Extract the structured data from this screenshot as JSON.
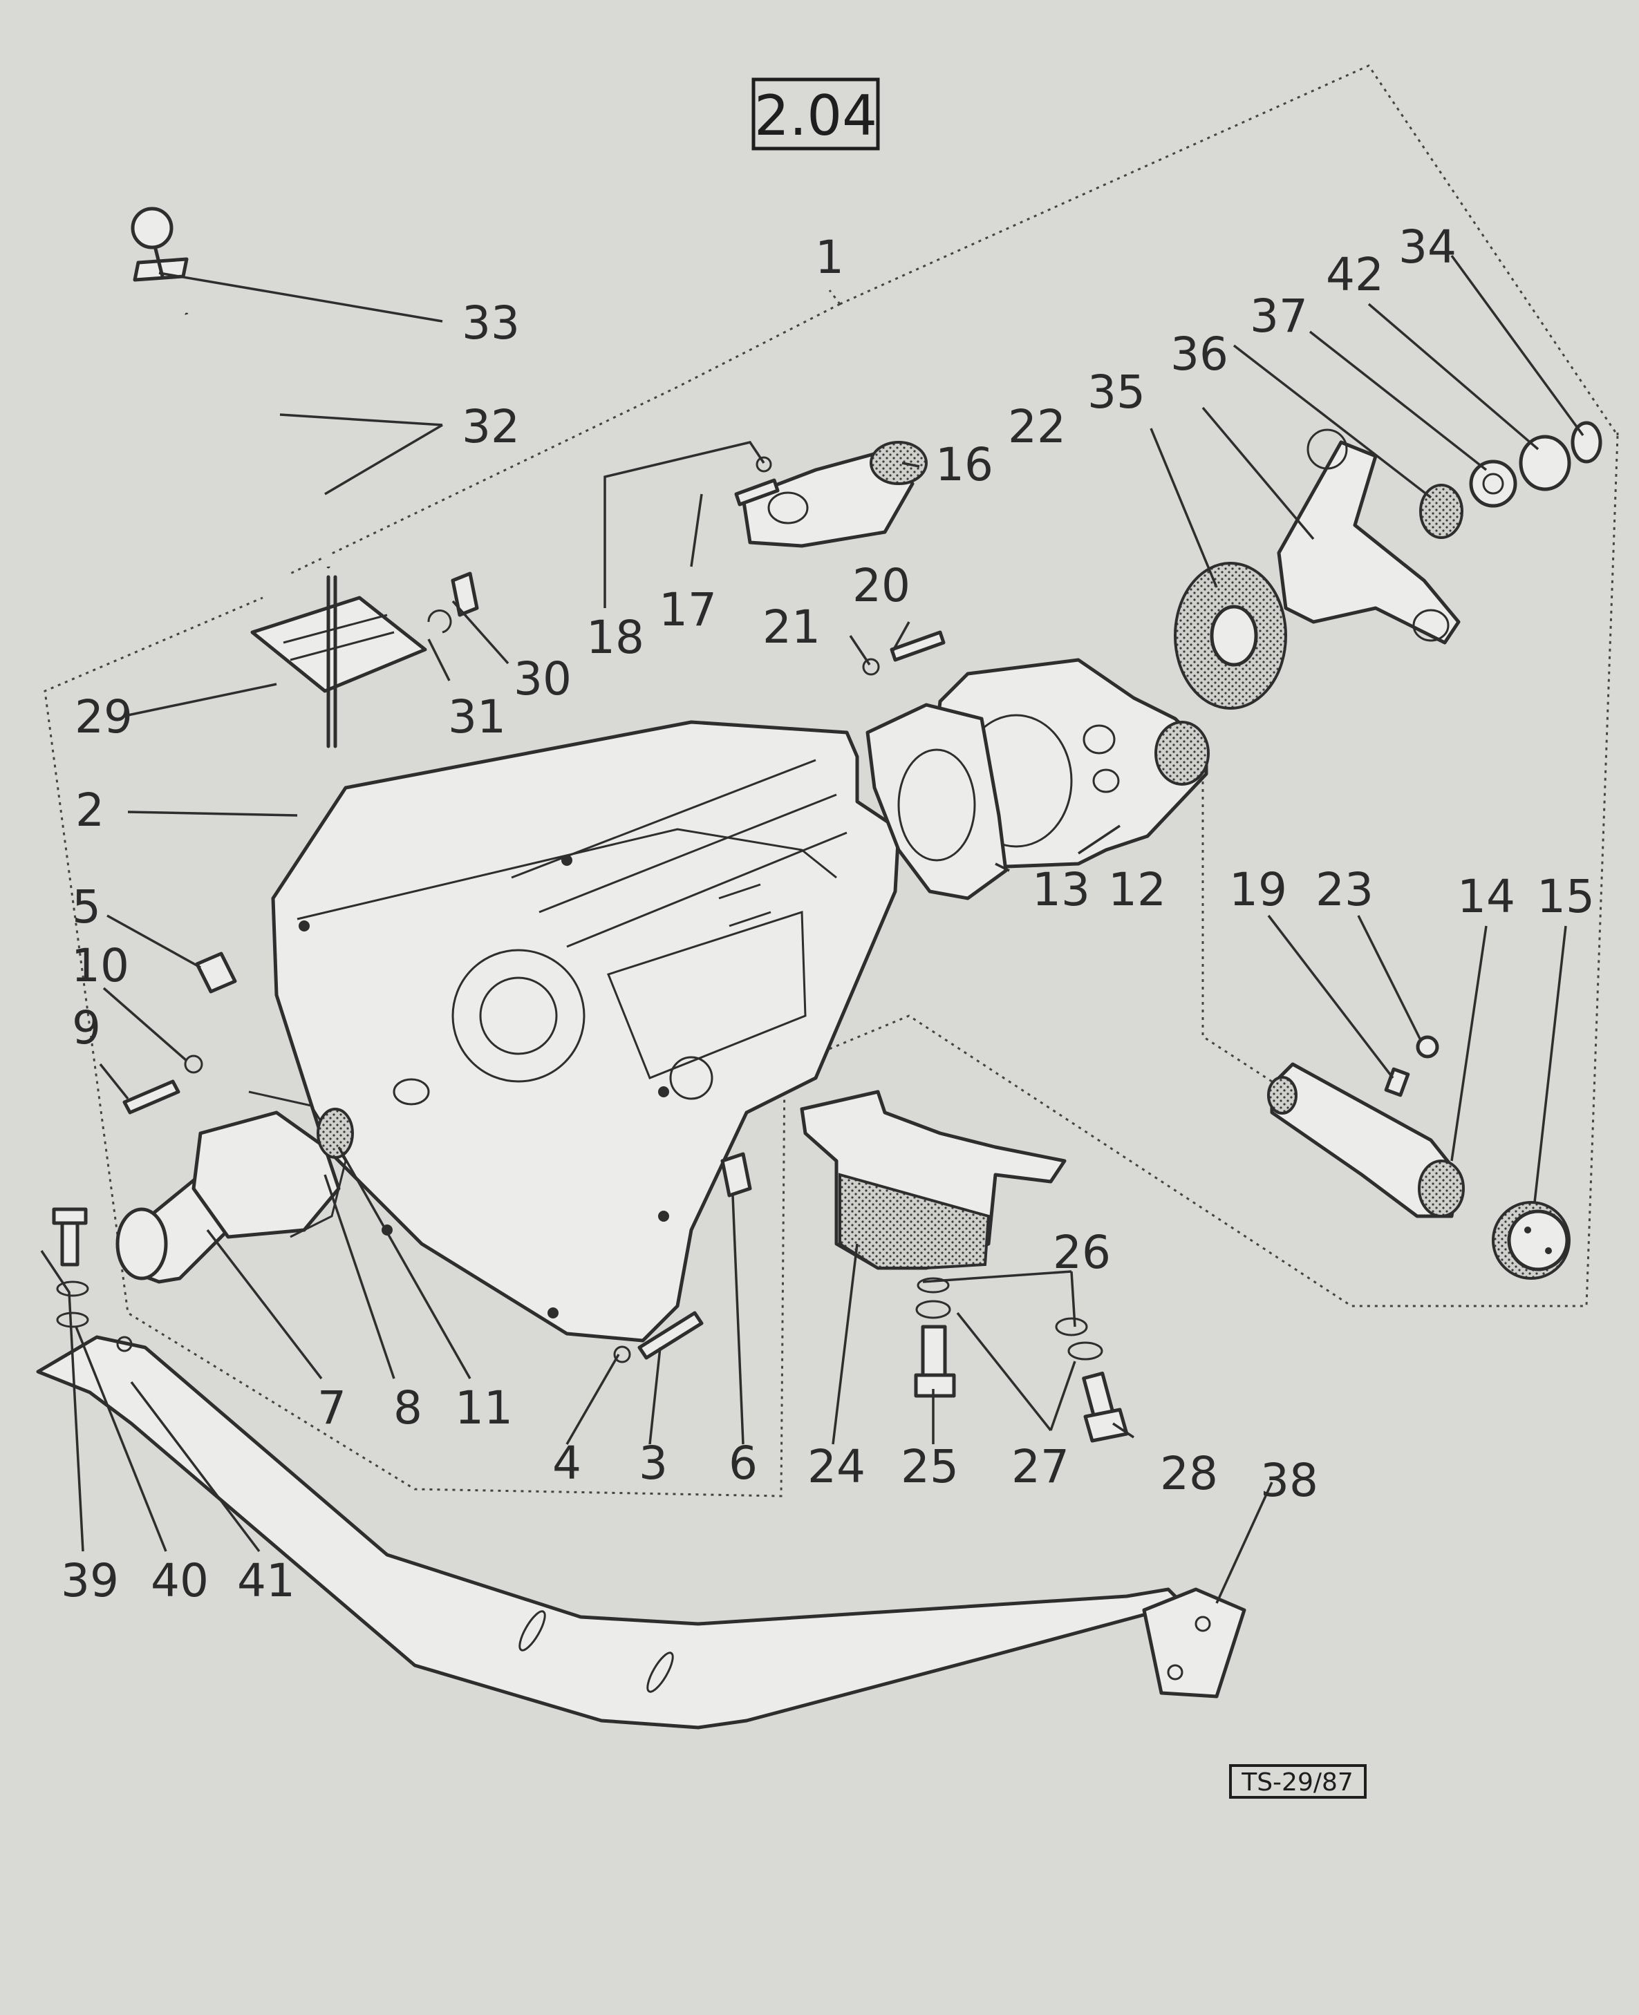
{
  "diagram": {
    "section_code": "2.04",
    "reference": "TS-29/87",
    "callouts": [
      "1",
      "2",
      "3",
      "4",
      "5",
      "6",
      "7",
      "8",
      "9",
      "10",
      "11",
      "12",
      "13",
      "14",
      "15",
      "16",
      "17",
      "18",
      "19",
      "20",
      "21",
      "22",
      "23",
      "24",
      "25",
      "26",
      "27",
      "28",
      "29",
      "30",
      "31",
      "32",
      "33",
      "34",
      "35",
      "36",
      "37",
      "38",
      "39",
      "40",
      "41",
      "42"
    ]
  }
}
